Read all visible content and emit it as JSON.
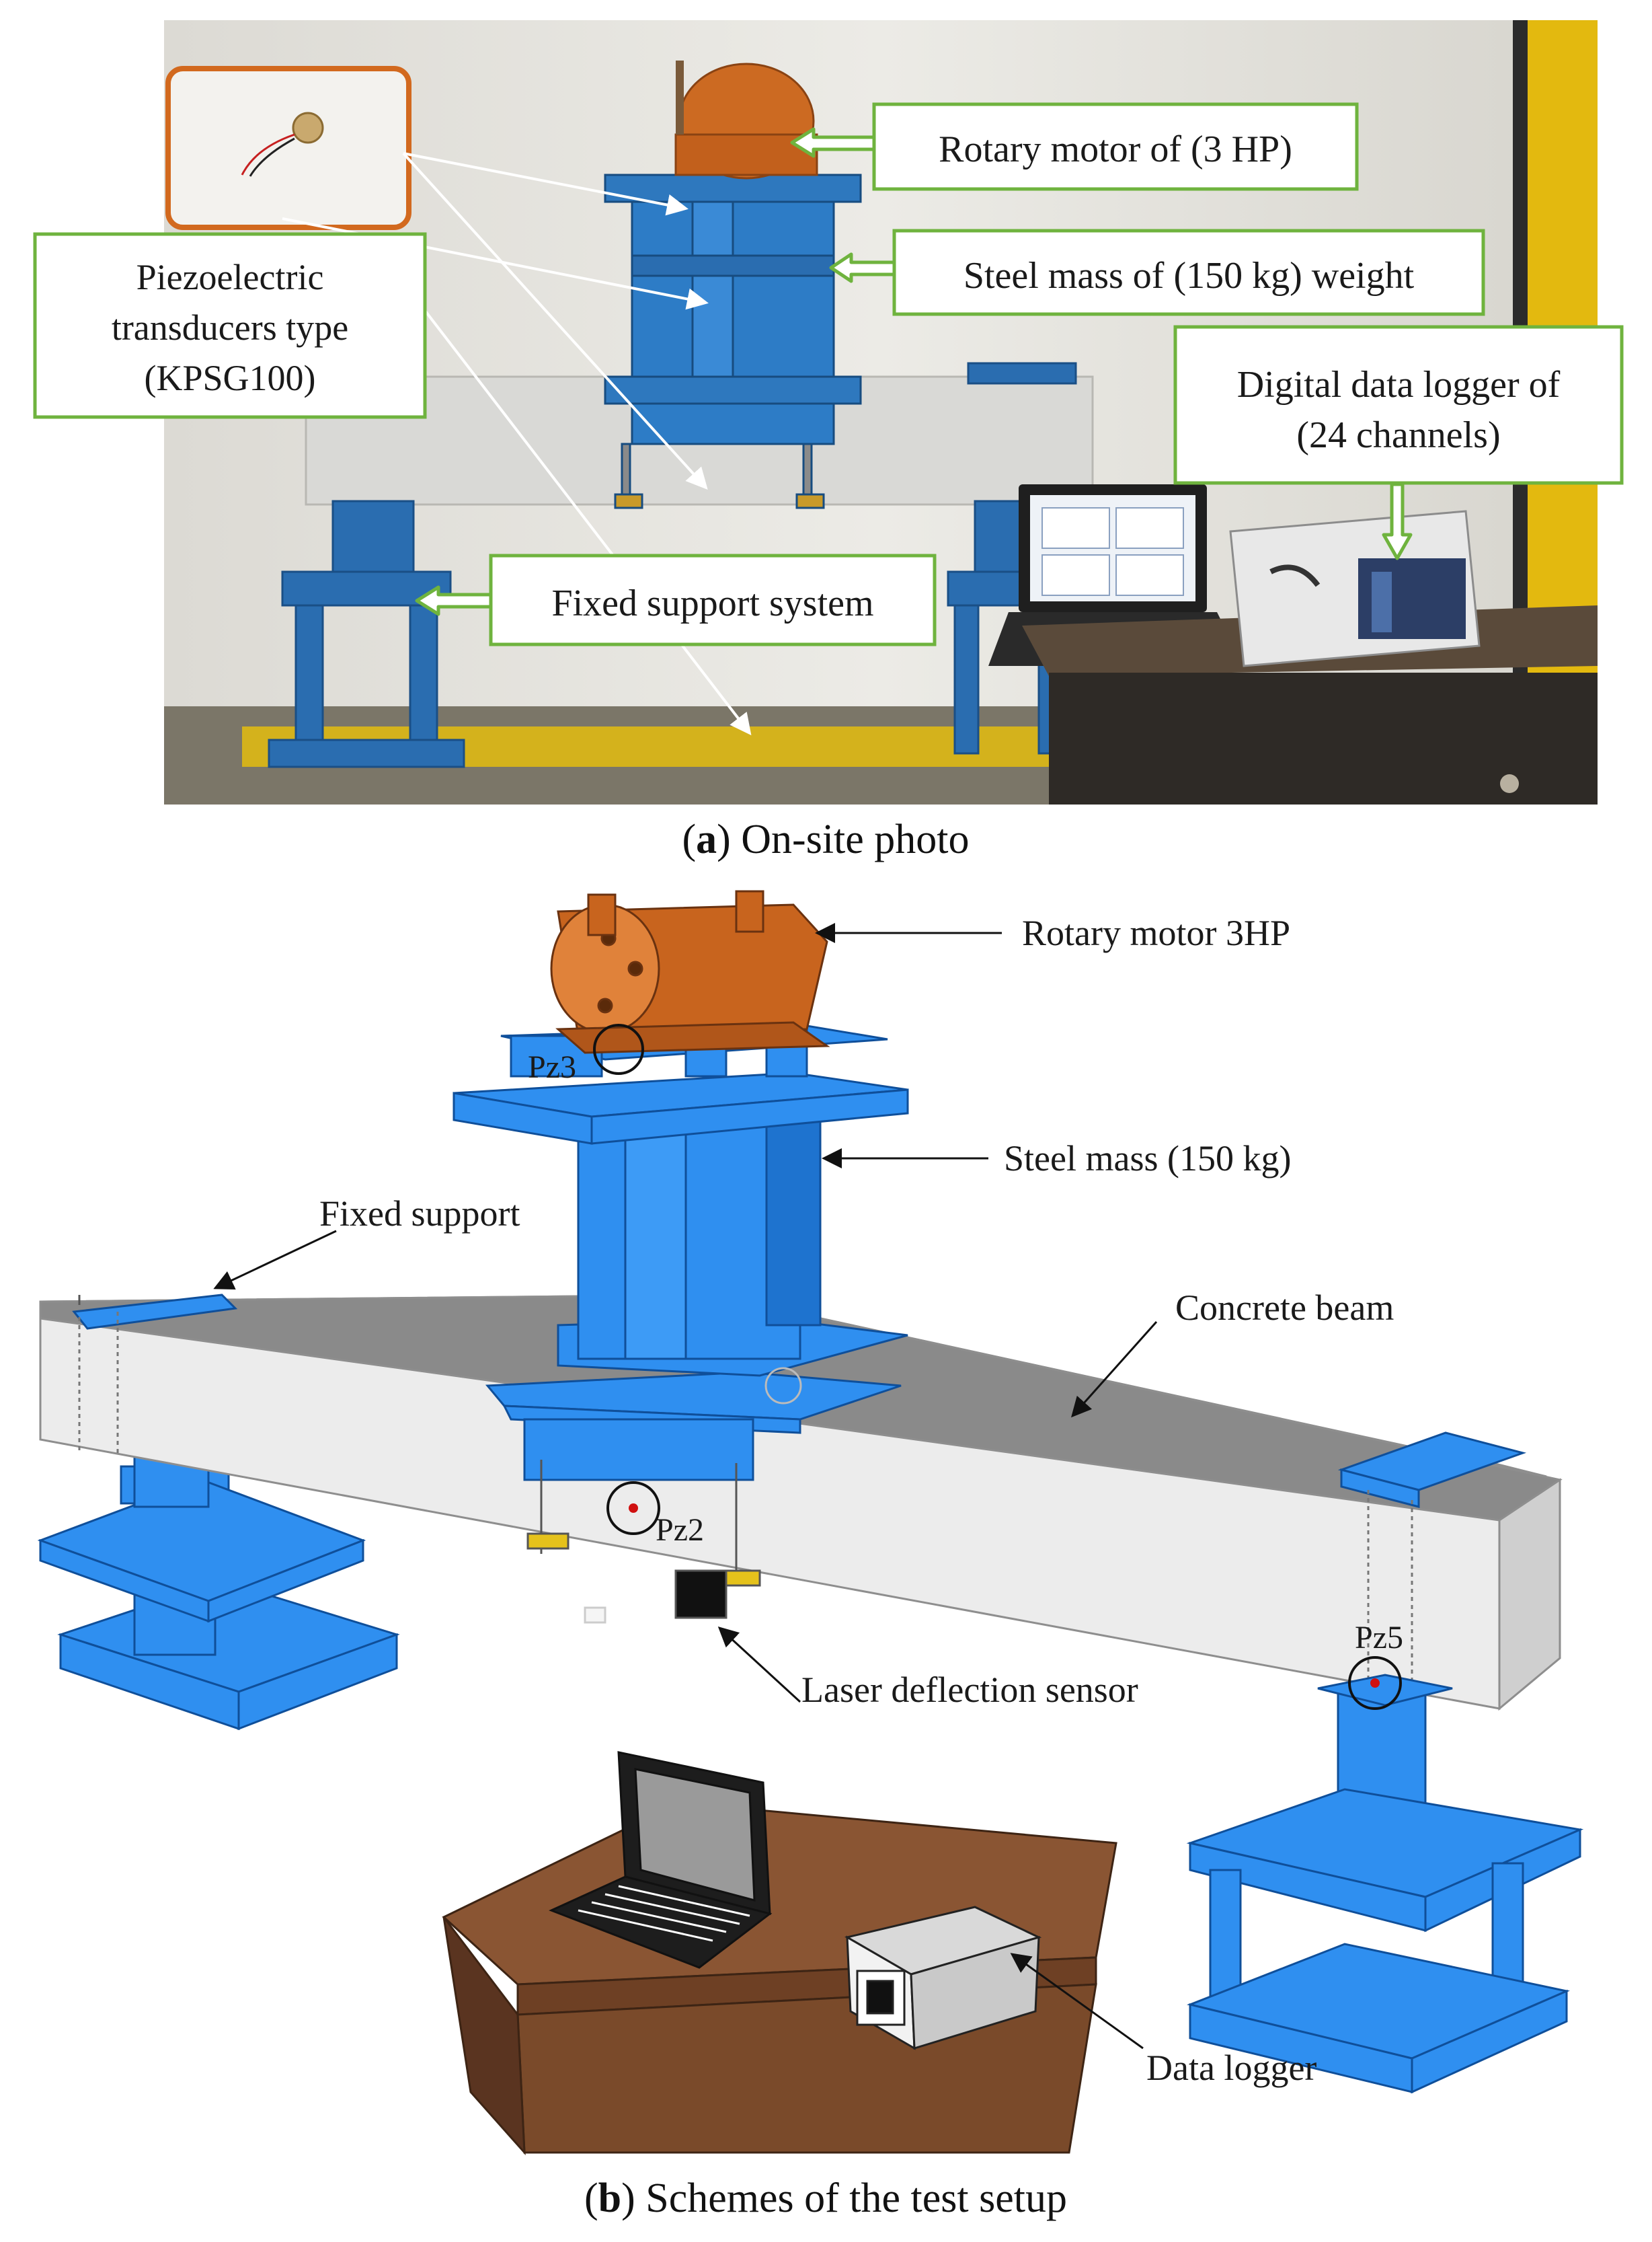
{
  "photo": {
    "callouts": {
      "piezo": [
        "Piezoelectric",
        "transducers type",
        "(KPSG100)"
      ],
      "motor": "Rotary  motor of (3 HP)",
      "steel": "Steel mass of (150 kg) weight",
      "logger": [
        "Digital data logger of",
        "(24 channels)"
      ],
      "support": "Fixed support system"
    },
    "caption": {
      "letter": "a",
      "text": ") On-site photo"
    },
    "colors": {
      "callout_border": "#6fb33e",
      "inset_border": "#d2691e",
      "frame_blue": "#2a6db0"
    }
  },
  "scheme": {
    "labels": {
      "motor": "Rotary motor 3HP",
      "steel": "Steel mass (150 kg)",
      "fixed": "Fixed support",
      "beam": "Concrete beam",
      "laser": "Laser deflection sensor",
      "logger": "Data logger",
      "pz3": "Pz3",
      "pz2": "Pz2",
      "pz5": "Pz5"
    },
    "caption": {
      "letter": "b",
      "text": ") Schemes of the test setup"
    },
    "colors": {
      "steel_blue": "#2f8ff0",
      "motor_orange": "#c8641e",
      "beam_grey": "#ececec",
      "table_brown": "#7a4a2a"
    }
  }
}
